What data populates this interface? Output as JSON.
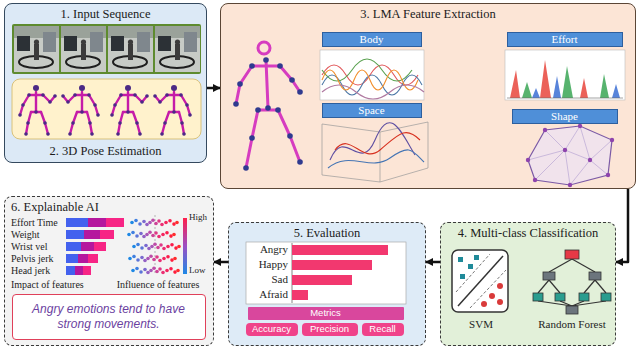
{
  "diagram": {
    "nodes": [
      {
        "text": [
          "1. Input Sequence",
          "2. 3D Pose Estimation"
        ]
      },
      {
        "text": [
          "3. LMA Feature Extraction"
        ]
      },
      {
        "text": [
          "Body"
        ],
        "in": 1
      },
      {
        "text": [
          "Effort"
        ],
        "in": 1
      },
      {
        "text": [
          "Space"
        ],
        "in": 1
      },
      {
        "text": [
          "Shape"
        ],
        "in": 1
      },
      {
        "text": [
          "4. Multi-class Classification"
        ]
      },
      {
        "text": [
          "5. Evaluation"
        ]
      },
      {
        "text": [
          "Metrics"
        ],
        "in": 7
      },
      {
        "text": [
          "Accuracy"
        ],
        "in": 7
      },
      {
        "text": [
          "Precision"
        ],
        "in": 7
      },
      {
        "text": [
          "Recall"
        ],
        "in": 7
      },
      {
        "text": [
          "6. Explainable AI"
        ]
      },
      {
        "text": [
          "Angry emotions tend to have strong movements."
        ],
        "in": 12
      }
    ],
    "edges": [
      {
        "from": 0,
        "to": 1,
        "arrow": "to"
      },
      {
        "from": 1,
        "to": 6,
        "arrow": "to"
      },
      {
        "from": 6,
        "to": 7,
        "arrow": "to"
      },
      {
        "from": 7,
        "to": 12,
        "arrow": "to"
      }
    ],
    "labels": [
      "SVM",
      "Random Forest",
      "Angry",
      "Happy",
      "Sad",
      "Afraid",
      "Effort Time",
      "Weight",
      "Wrist vel",
      "Pelvis jerk",
      "Head jerk",
      "High",
      "Low",
      "Impact of features",
      "Influence of features"
    ]
  }
}
